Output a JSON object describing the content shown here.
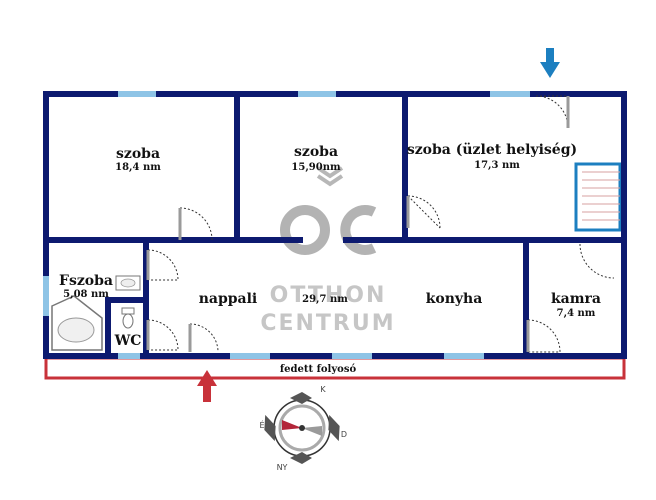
{
  "rooms": [
    {
      "name": "szoba",
      "area": "18,4 nm"
    },
    {
      "name": "szoba",
      "area": "15,90nm"
    },
    {
      "name": "szoba (üzlet helyiség)",
      "area": "17,3 nm"
    },
    {
      "name": "Fszoba",
      "area": "5,08 nm"
    },
    {
      "name": "WC",
      "area": ""
    },
    {
      "name": "nappali",
      "area": "29,7 nm"
    },
    {
      "name": "konyha",
      "area": ""
    },
    {
      "name": "kamra",
      "area": "7,4 nm"
    }
  ],
  "corridor": {
    "label": "fedett folyosó"
  },
  "logo": {
    "line1": "OTTHON",
    "line2": "CENTRUM"
  },
  "compass": {
    "e": "É",
    "d": "D",
    "ny": "NY",
    "k": "K"
  },
  "colors": {
    "wall": "#0d1a70",
    "window": "#8ec4e6",
    "stair": "#1c7fc0",
    "corridor": "#c8323a",
    "entry_arrow": "#c8323a",
    "top_arrow": "#1c7fc0",
    "logo": "#9a9a9a"
  }
}
